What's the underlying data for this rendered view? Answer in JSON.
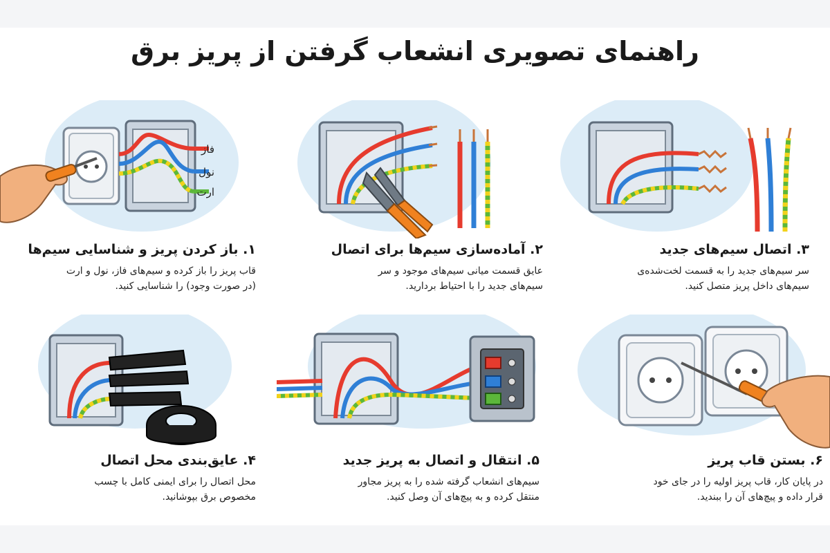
{
  "title": "راهنمای تصویری انشعاب گرفتن از پریز برق",
  "colors": {
    "phase": "#e63b2e",
    "neutral": "#2f7fd6",
    "earth": "#5cb73a",
    "earth_stripe": "#f2d21b",
    "box": "#c9d3de",
    "bubble": "#dcecf7",
    "handle": "#f0821f"
  },
  "steps": [
    {
      "number": "۱.",
      "title": "باز کردن پریز و شناسایی سیم‌ها",
      "desc_lines": [
        "قاب پریز را باز کرده و سیم‌های فاز، نول و ارت",
        "(در صورت وجود) را شناسایی کنید."
      ],
      "wire_labels": [
        "فاز",
        "نول",
        "ارت"
      ],
      "icon": "open-socket-identify-icon"
    },
    {
      "number": "۲.",
      "title": "آماده‌سازی سیم‌ها برای اتصال",
      "desc_lines": [
        "عایق قسمت میانی سیم‌های موجود و سر",
        "سیم‌های جدید را با احتیاط بردارید."
      ],
      "icon": "wire-stripper-icon"
    },
    {
      "number": "۳.",
      "title": "اتصال سیم‌های جدید",
      "desc_lines": [
        "سر سیم‌های جدید را به قسمت لخت‌شده‌ی",
        "سیم‌های داخل پریز متصل کنید."
      ],
      "icon": "twisted-wires-icon"
    },
    {
      "number": "۴.",
      "title": "عایق‌بندی محل اتصال",
      "desc_lines": [
        "محل اتصال را برای ایمنی کامل با چسب",
        "مخصوص برق بپوشانید."
      ],
      "icon": "electrical-tape-icon"
    },
    {
      "number": "۵.",
      "title": "انتقال و اتصال به پریز جدید",
      "desc_lines": [
        "سیم‌های انشعاب گرفته شده را به پریز مجاور",
        "منتقل کرده و به پیچ‌های آن وصل کنید."
      ],
      "icon": "new-socket-terminal-icon"
    },
    {
      "number": "۶.",
      "title": "بستن قاب پریز",
      "desc_lines": [
        "در پایان کار، قاب پریز اولیه را در جای خود",
        "قرار داده و پیچ‌های آن را ببندید."
      ],
      "icon": "close-cover-screwdriver-icon"
    }
  ]
}
